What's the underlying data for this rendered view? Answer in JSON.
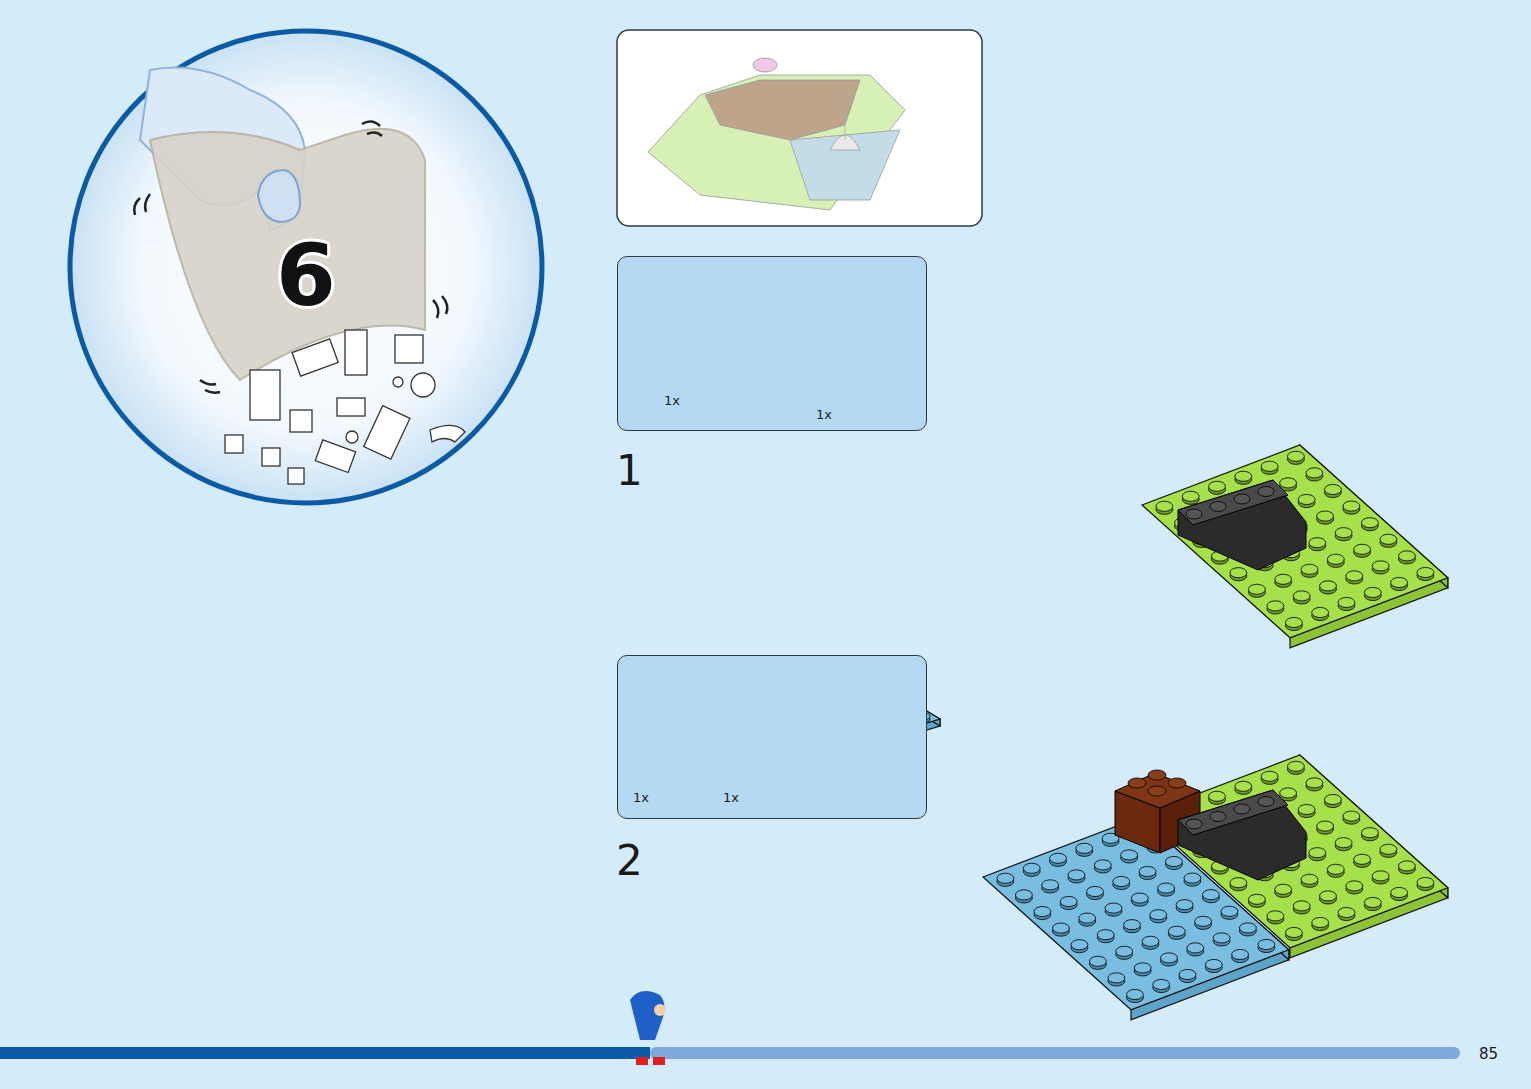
{
  "diagram": {
    "nodes": [
      {
        "text": [
          "1x",
          "1x"
        ]
      },
      {
        "text": [
          "1x",
          "1x"
        ]
      }
    ],
    "labels": [
      "6",
      "1",
      "2",
      "85"
    ]
  }
}
